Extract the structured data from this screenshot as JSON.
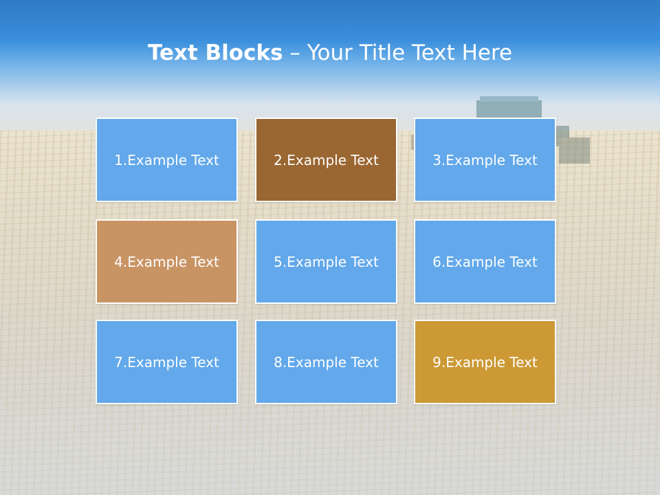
{
  "slide": {
    "title_bold": "Text Blocks",
    "title_separator": " – ",
    "title_rest": "Your Title Text Here"
  },
  "blocks": [
    {
      "label": "1.Example Text",
      "color": "#62a8ea"
    },
    {
      "label": "2.Example Text",
      "color": "#9a6631"
    },
    {
      "label": "3.Example Text",
      "color": "#62a8ea"
    },
    {
      "label": "4.Example Text",
      "color": "#c99464"
    },
    {
      "label": "5.Example Text",
      "color": "#62a8ea"
    },
    {
      "label": "6.Example Text",
      "color": "#62a8ea"
    },
    {
      "label": "7.Example Text",
      "color": "#62a8ea"
    },
    {
      "label": "8.Example Text",
      "color": "#62a8ea"
    },
    {
      "label": "9.Example Text",
      "color": "#cc9935"
    }
  ],
  "background": {
    "sky_color": "#3b8fdc",
    "field_color": "#e4dac4"
  }
}
